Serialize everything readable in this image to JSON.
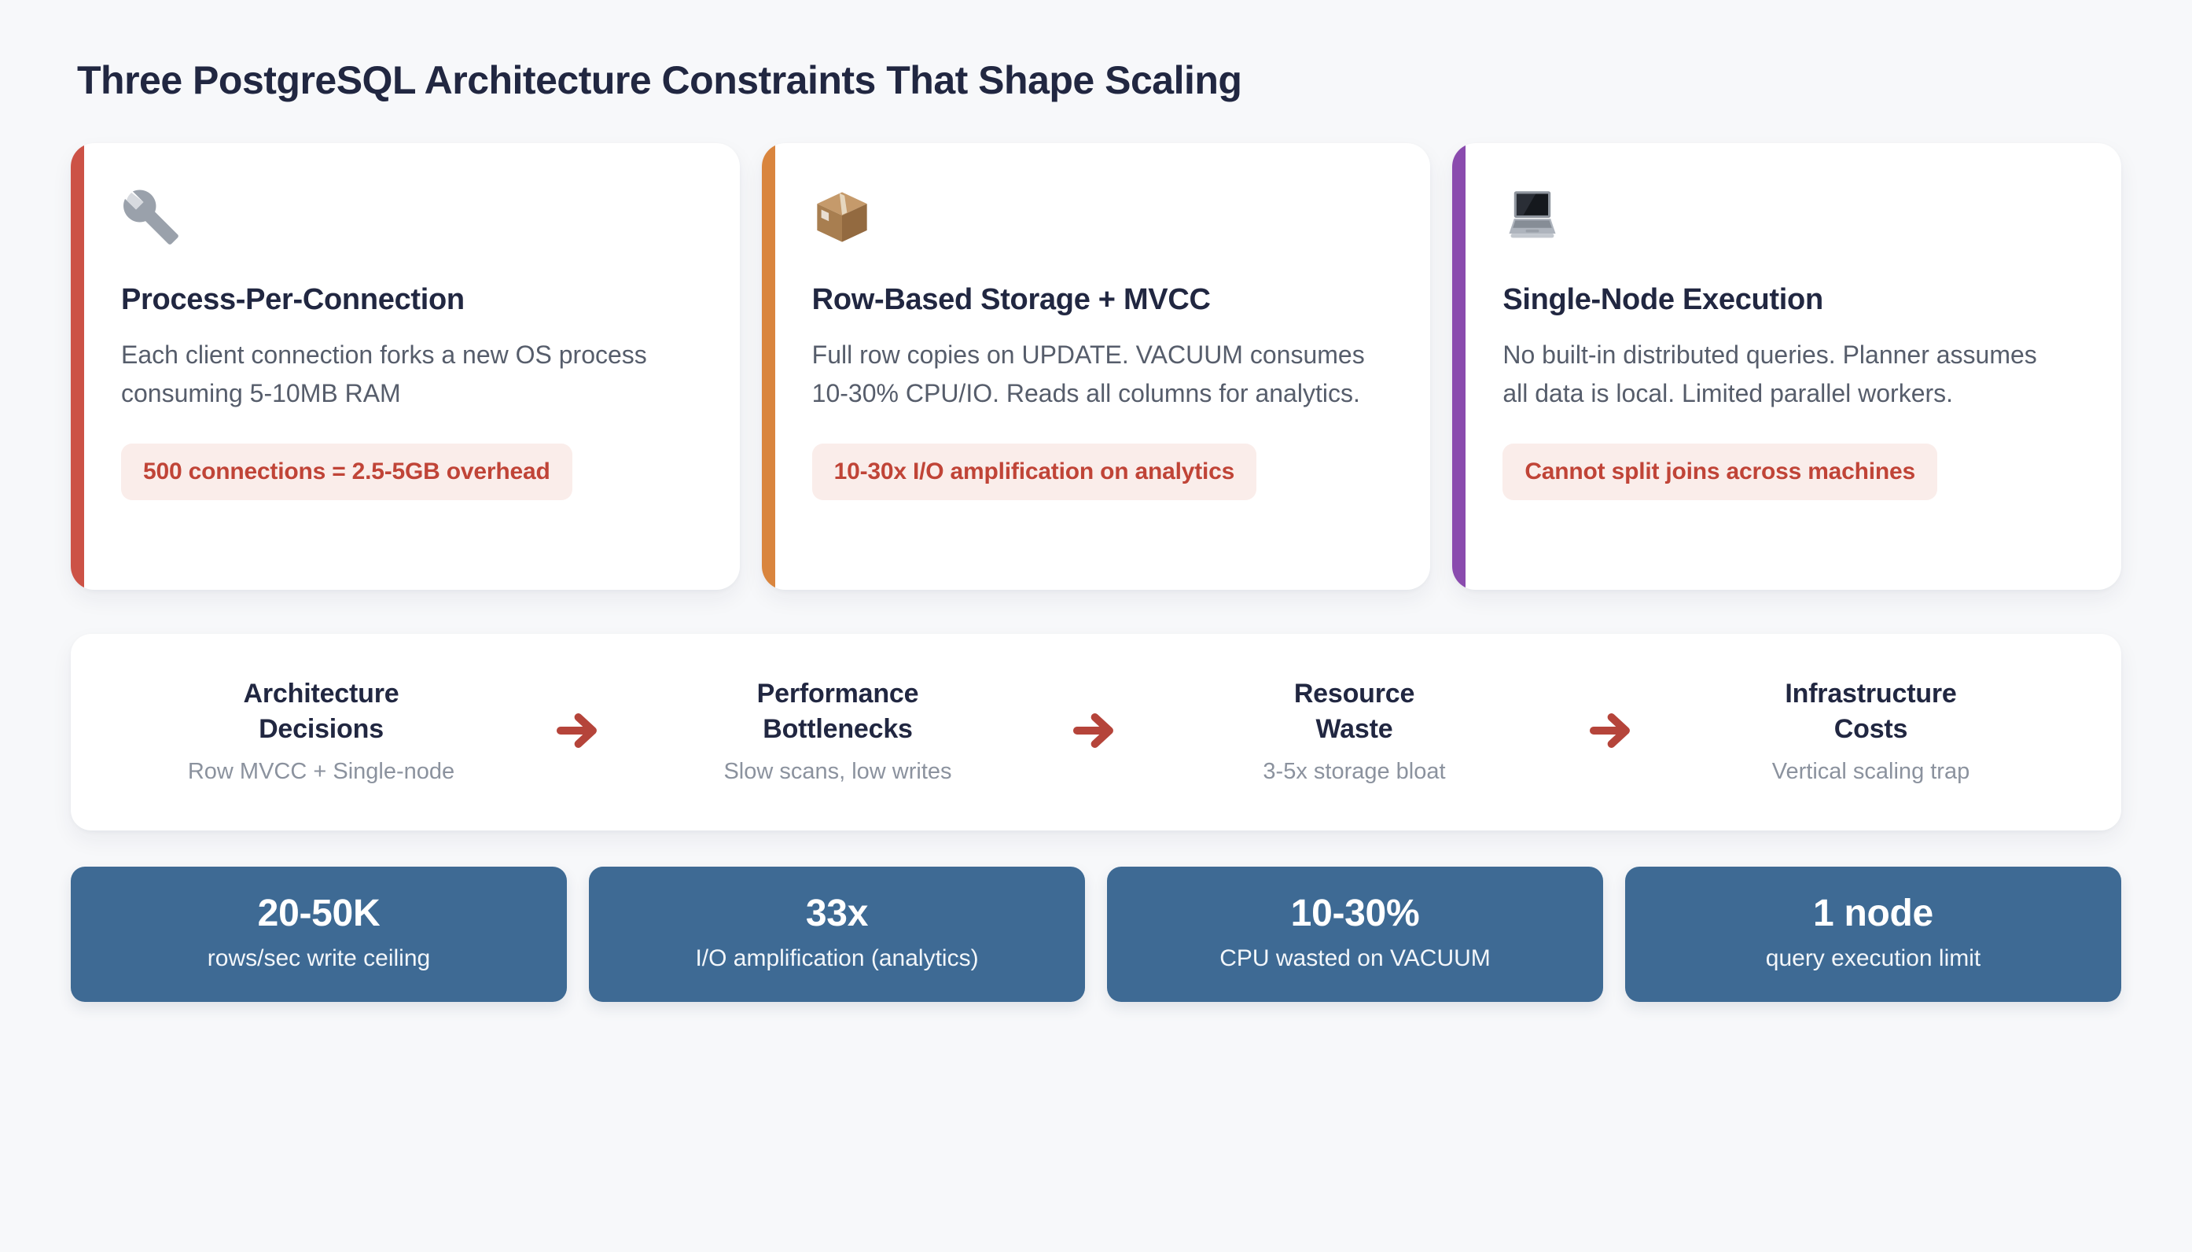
{
  "page": {
    "title": "Three PostgreSQL Architecture Constraints That Shape Scaling"
  },
  "colors": {
    "page_bg": "#F7F8FA",
    "card_bg": "#FFFFFF",
    "heading_text": "#212741",
    "body_text": "#565D6B",
    "muted_text": "#8B929E",
    "badge_bg": "#FAEDEA",
    "badge_text": "#C04437",
    "arrow_red": "#B5443A",
    "stat_bg": "#3E6A94",
    "stat_text": "#FFFFFF"
  },
  "cards": [
    {
      "icon": "wrench-icon",
      "accent_color": "#CC5246",
      "title": "Process-Per-Connection",
      "description": "Each client connection forks a new OS process consuming 5-10MB RAM",
      "badge": "500 connections = 2.5-5GB overhead"
    },
    {
      "icon": "package-icon",
      "accent_color": "#D9853E",
      "title": "Row-Based Storage + MVCC",
      "description": "Full row copies on UPDATE. VACUUM consumes 10-30% CPU/IO. Reads all columns for analytics.",
      "badge": "10-30x I/O amplification on analytics"
    },
    {
      "icon": "laptop-icon",
      "accent_color": "#8A4BAE",
      "title": "Single-Node Execution",
      "description": "No built-in distributed queries. Planner assumes all data is local. Limited parallel workers.",
      "badge": "Cannot split joins across machines"
    }
  ],
  "flow": {
    "connector_icon": "arrow-right-icon",
    "arrow_glyph": "→",
    "steps": [
      {
        "title": "Architecture\nDecisions",
        "subtitle": "Row MVCC + Single-node"
      },
      {
        "title": "Performance\nBottlenecks",
        "subtitle": "Slow scans, low writes"
      },
      {
        "title": "Resource\nWaste",
        "subtitle": "3-5x storage bloat"
      },
      {
        "title": "Infrastructure\nCosts",
        "subtitle": "Vertical scaling trap"
      }
    ]
  },
  "stats": [
    {
      "value": "20-50K",
      "label": "rows/sec write ceiling"
    },
    {
      "value": "33x",
      "label": "I/O amplification (analytics)"
    },
    {
      "value": "10-30%",
      "label": "CPU wasted on VACUUM"
    },
    {
      "value": "1 node",
      "label": "query execution limit"
    }
  ]
}
